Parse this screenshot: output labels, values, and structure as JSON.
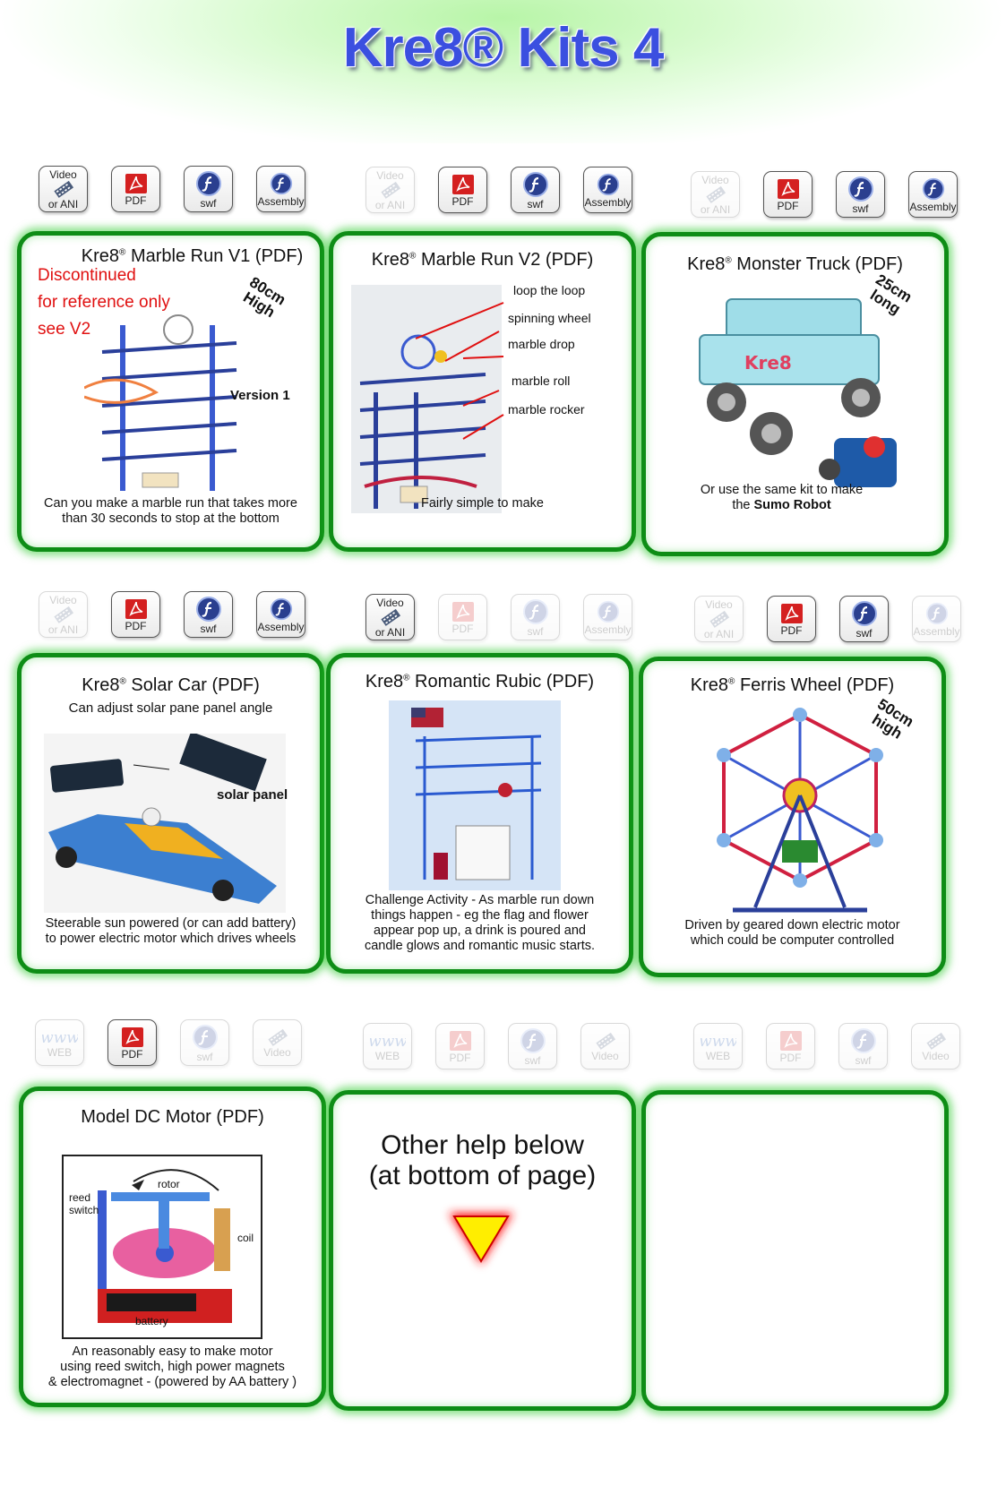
{
  "header": {
    "title": "Kre8® Kits  4"
  },
  "icon_labels": {
    "video_top": "Video",
    "video_bottom": "or ANI",
    "pdf": "PDF",
    "swf": "swf",
    "assembly": "Assembly",
    "web": "WEB",
    "video": "Video"
  },
  "cards": {
    "marble_v1": {
      "brand": "Kre8",
      "title": "  Marble Run V1  (PDF)",
      "notes": [
        "Discontinued",
        "for reference only",
        "see V2"
      ],
      "tag": [
        "80cm",
        "High"
      ],
      "version": "Version 1",
      "caption": [
        "Can you make a marble run that takes more",
        "than 30 seconds to stop at the bottom"
      ]
    },
    "marble_v2": {
      "brand": "Kre8",
      "title": "  Marble Run V2  (PDF)",
      "callouts": [
        "loop the loop",
        "spinning wheel",
        "marble drop",
        "marble roll",
        "marble rocker"
      ],
      "caption": "Fairly simple to make"
    },
    "monster_truck": {
      "brand": "Kre8",
      "title": " Monster Truck (PDF)",
      "tag": [
        "25cm",
        "long"
      ],
      "caption_line1": "Or use the same kit to make",
      "caption_line2_prefix": "the ",
      "caption_line2_bold": "Sumo Robot"
    },
    "solar_car": {
      "brand": "Kre8",
      "title": " Solar Car  (PDF)",
      "subtitle": "Can adjust solar pane panel angle",
      "panel_label": "solar panel",
      "caption": [
        "Steerable sun powered (or can add battery)",
        "to power electric motor which drives wheels"
      ]
    },
    "romantic_rubic": {
      "brand": "Kre8",
      "title": "  Romantic Rubic (PDF)",
      "caption": [
        "Challenge  Activity - As marble run down",
        "things happen - eg  the flag and  flower",
        "appear pop up, a drink is poured and",
        "candle glows and romantic music starts."
      ]
    },
    "ferris_wheel": {
      "brand": "Kre8",
      "title": " Ferris Wheel (PDF)",
      "tag": [
        "50cm",
        "high"
      ],
      "caption": [
        "Driven by geared down electric motor",
        "which could be computer controlled"
      ]
    },
    "dc_motor": {
      "title": "Model DC Motor   (PDF)",
      "labels": {
        "rotor": "rotor",
        "reed": "reed",
        "switch": "switch",
        "coil": "coil",
        "battery": "battery"
      },
      "caption": [
        "An reasonably easy to make motor",
        "using reed switch, high power magnets",
        "& electromagnet - (powered by AA  battery )"
      ]
    },
    "other_help": {
      "lines": [
        "Other help below",
        "(at bottom of page)"
      ]
    }
  },
  "colors": {
    "card_border": "#0e8d16",
    "title_blue": "#3b4fe0",
    "pdf_red": "#d42020",
    "note_red": "#e01010"
  }
}
